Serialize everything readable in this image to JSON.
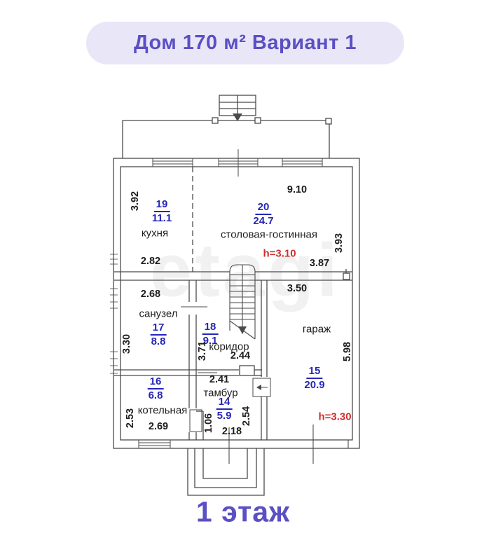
{
  "title": "Дом 170 м² Вариант 1",
  "floor_label": "1 этаж",
  "watermark": "etagi",
  "colors": {
    "accent_purple": "#5a4fc4",
    "pill_background": "#e9e6f7",
    "room_number_blue": "#2626b8",
    "ceiling_height_red": "#cf2f2f",
    "plan_line": "#4a4a4a"
  },
  "rooms": {
    "kitchen": {
      "label": "кухня",
      "number": "19",
      "area": "11.1"
    },
    "dining": {
      "label": "столовая-гостинная",
      "number": "20",
      "area": "24.7",
      "ceiling": "h=3.10"
    },
    "bathroom": {
      "label": "санузел",
      "number": "17",
      "area": "8.8"
    },
    "corridor": {
      "label": "коридор",
      "number": "18",
      "area": "9.1"
    },
    "garage": {
      "label": "гараж",
      "number": "15",
      "area": "20.9",
      "ceiling": "h=3.30"
    },
    "boiler": {
      "label": "котельная",
      "number": "16",
      "area": "6.8"
    },
    "tambour": {
      "label": "тамбур",
      "number": "14",
      "area": "5.9"
    }
  },
  "dims": {
    "overall_width": "9.10",
    "kitchen_w": "2.82",
    "kitchen_h": "3.92",
    "dining_h_right": "3.93",
    "dining_w_bottom": "3.87",
    "bath_w": "2.68",
    "bath_h": "3.30",
    "corridor_w": "2.44",
    "corridor_h": "3.71",
    "garage_w": "3.50",
    "garage_h": "5.98",
    "boiler_w": "2.69",
    "boiler_h": "2.53",
    "tambour_w_top": "2.41",
    "tambour_h_left": "1.06",
    "tambour_h_right": "2.54",
    "tambour_w_bottom": "2.18"
  }
}
